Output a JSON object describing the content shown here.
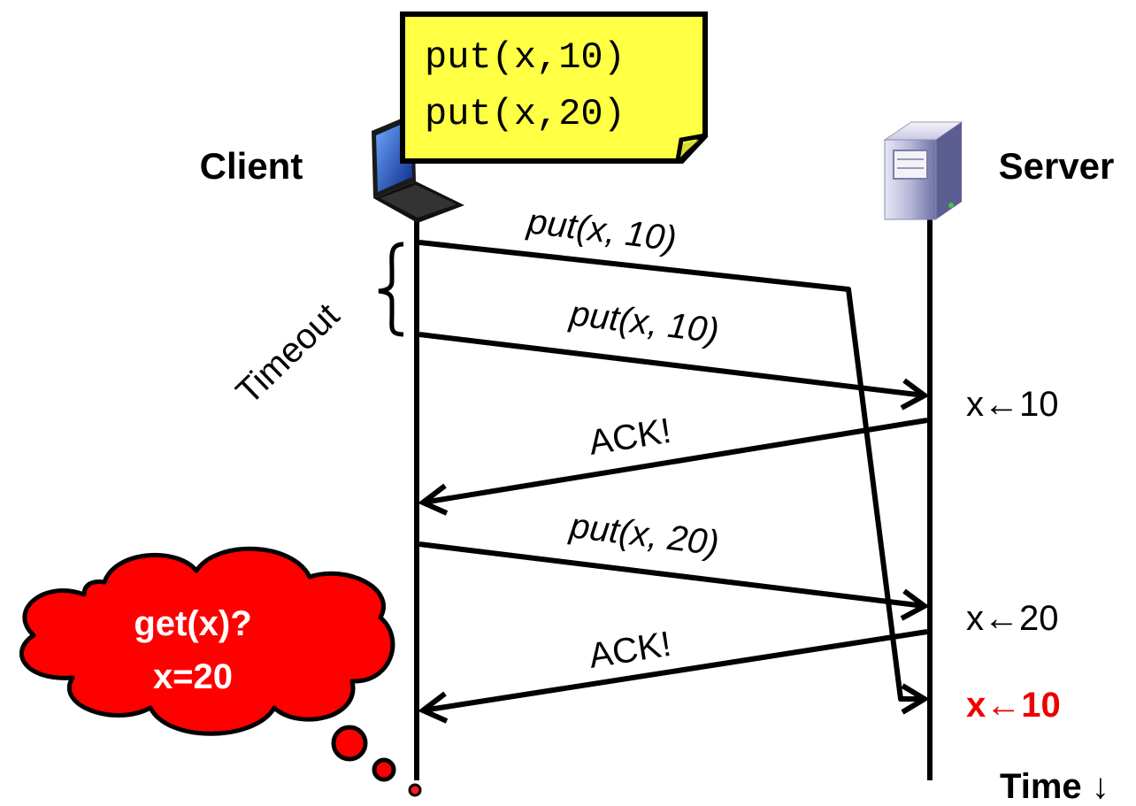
{
  "actors": {
    "client": "Client",
    "server": "Server"
  },
  "note": {
    "line1": "put(x,10)",
    "line2": "put(x,20)"
  },
  "messages": {
    "put1": "put(x, 10)",
    "put1_retry": "put(x, 10)",
    "ack1": "ACK!",
    "put2": "put(x, 20)",
    "ack2": "ACK!"
  },
  "timeout_label": "Timeout",
  "server_state": {
    "s1": "x←10",
    "s2": "x←20",
    "s3": "x←10"
  },
  "thought": {
    "line1": "get(x)?",
    "line2": "x=20"
  },
  "time_label": "Time ↓",
  "icons": {
    "client": "laptop-icon",
    "server": "server-tower-icon"
  },
  "colors": {
    "note_fill": "#ffff44",
    "thought_fill": "#ff0000",
    "highlight": "#ee0000",
    "line": "#000000"
  }
}
